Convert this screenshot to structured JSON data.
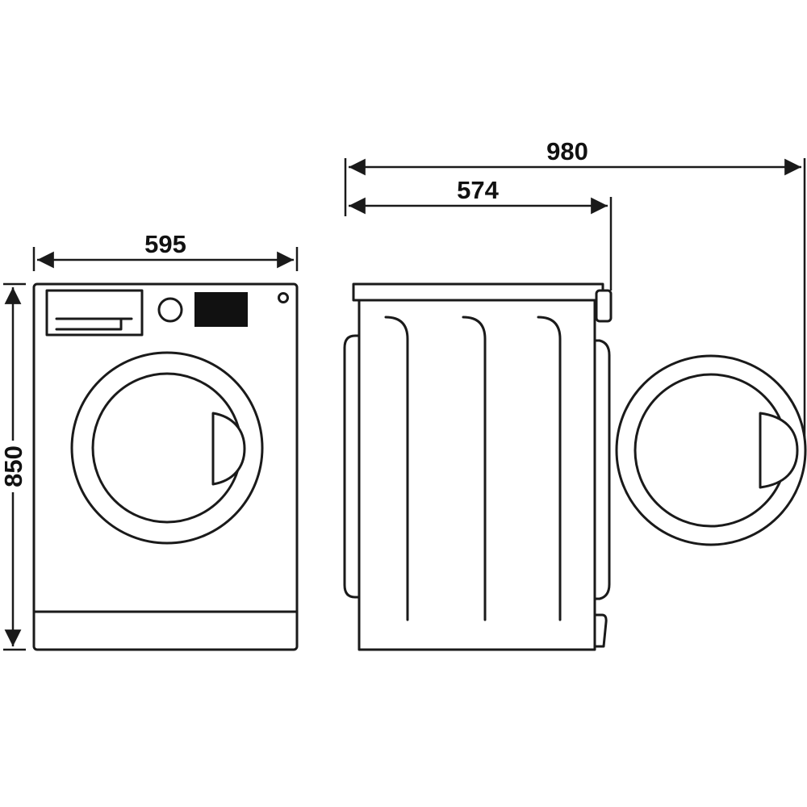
{
  "diagram": {
    "type": "technical-dimension-drawing",
    "subject": "washing-machine-front-and-side-view",
    "line_color": "#1a1a1a",
    "background_color": "#ffffff",
    "dimensions": {
      "front_width_mm": "595",
      "height_mm": "850",
      "depth_door_open_mm": "980",
      "depth_body_mm": "574"
    }
  }
}
